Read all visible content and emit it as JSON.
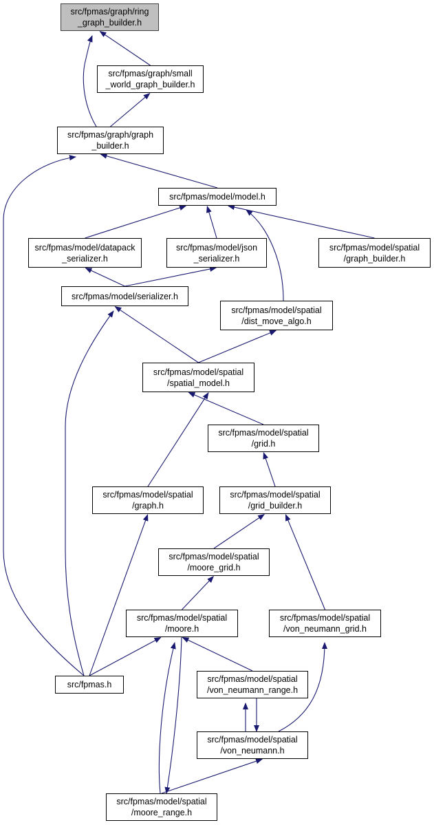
{
  "graph": {
    "nodes": [
      {
        "id": "ring_graph_builder",
        "line1": "src/fpmas/graph/ring",
        "line2": "_graph_builder.h",
        "root": true
      },
      {
        "id": "small_world_graph_builder",
        "line1": "src/fpmas/graph/small",
        "line2": "_world_graph_builder.h"
      },
      {
        "id": "graph_builder",
        "line1": "src/fpmas/graph/graph",
        "line2": "_builder.h"
      },
      {
        "id": "model",
        "line1": "src/fpmas/model/model.h",
        "line2": ""
      },
      {
        "id": "datapack_serializer",
        "line1": "src/fpmas/model/datapack",
        "line2": "_serializer.h"
      },
      {
        "id": "json_serializer",
        "line1": "src/fpmas/model/json",
        "line2": "_serializer.h"
      },
      {
        "id": "spatial_graph_builder",
        "line1": "src/fpmas/model/spatial",
        "line2": "/graph_builder.h"
      },
      {
        "id": "serializer",
        "line1": "src/fpmas/model/serializer.h",
        "line2": ""
      },
      {
        "id": "dist_move_algo",
        "line1": "src/fpmas/model/spatial",
        "line2": "/dist_move_algo.h"
      },
      {
        "id": "spatial_model",
        "line1": "src/fpmas/model/spatial",
        "line2": "/spatial_model.h"
      },
      {
        "id": "grid",
        "line1": "src/fpmas/model/spatial",
        "line2": "/grid.h"
      },
      {
        "id": "graph",
        "line1": "src/fpmas/model/spatial",
        "line2": "/graph.h"
      },
      {
        "id": "grid_builder",
        "line1": "src/fpmas/model/spatial",
        "line2": "/grid_builder.h"
      },
      {
        "id": "moore_grid",
        "line1": "src/fpmas/model/spatial",
        "line2": "/moore_grid.h"
      },
      {
        "id": "moore",
        "line1": "src/fpmas/model/spatial",
        "line2": "/moore.h"
      },
      {
        "id": "von_neumann_grid",
        "line1": "src/fpmas/model/spatial",
        "line2": "/von_neumann_grid.h"
      },
      {
        "id": "fpmas",
        "line1": "src/fpmas.h",
        "line2": ""
      },
      {
        "id": "von_neumann_range",
        "line1": "src/fpmas/model/spatial",
        "line2": "/von_neumann_range.h"
      },
      {
        "id": "von_neumann",
        "line1": "src/fpmas/model/spatial",
        "line2": "/von_neumann.h"
      },
      {
        "id": "moore_range",
        "line1": "src/fpmas/model/spatial",
        "line2": "/moore_range.h"
      }
    ],
    "edges": [
      {
        "from": "small_world_graph_builder",
        "to": "ring_graph_builder"
      },
      {
        "from": "graph_builder",
        "to": "ring_graph_builder"
      },
      {
        "from": "graph_builder",
        "to": "small_world_graph_builder"
      },
      {
        "from": "model",
        "to": "graph_builder"
      },
      {
        "from": "fpmas",
        "to": "graph_builder"
      },
      {
        "from": "datapack_serializer",
        "to": "model"
      },
      {
        "from": "json_serializer",
        "to": "model"
      },
      {
        "from": "spatial_graph_builder",
        "to": "model"
      },
      {
        "from": "dist_move_algo",
        "to": "model"
      },
      {
        "from": "serializer",
        "to": "datapack_serializer"
      },
      {
        "from": "serializer",
        "to": "json_serializer"
      },
      {
        "from": "spatial_model",
        "to": "serializer"
      },
      {
        "from": "fpmas",
        "to": "serializer"
      },
      {
        "from": "spatial_model",
        "to": "dist_move_algo"
      },
      {
        "from": "grid",
        "to": "spatial_model"
      },
      {
        "from": "graph",
        "to": "spatial_model"
      },
      {
        "from": "grid_builder",
        "to": "grid"
      },
      {
        "from": "fpmas",
        "to": "graph"
      },
      {
        "from": "moore_grid",
        "to": "grid_builder"
      },
      {
        "from": "von_neumann_grid",
        "to": "grid_builder"
      },
      {
        "from": "moore",
        "to": "moore_grid"
      },
      {
        "from": "fpmas",
        "to": "moore"
      },
      {
        "from": "von_neumann_range",
        "to": "moore"
      },
      {
        "from": "moore_range",
        "to": "moore"
      },
      {
        "from": "moore",
        "to": "moore_range"
      },
      {
        "from": "von_neumann",
        "to": "von_neumann_grid"
      },
      {
        "from": "von_neumann",
        "to": "von_neumann_range"
      },
      {
        "from": "von_neumann_range",
        "to": "von_neumann"
      },
      {
        "from": "moore_range",
        "to": "von_neumann"
      }
    ]
  },
  "colors": {
    "edge": "#191970",
    "root_fill": "#bfbfbf",
    "node_border": "#000000"
  }
}
